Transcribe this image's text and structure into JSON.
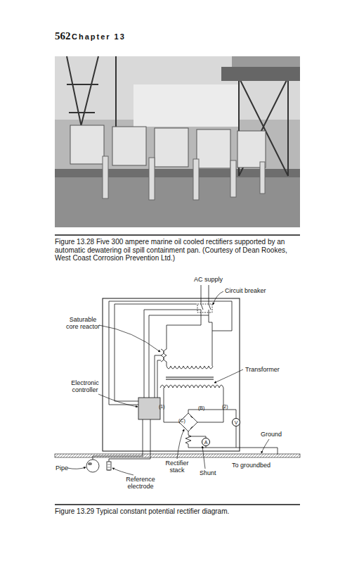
{
  "diagram": {
    "caption": "Figure 13.29 Typical constant potential rectifier diagram.",
    "nodes": [
      {
        "text": [
          "V"
        ]
      },
      {
        "text": [
          "A"
        ]
      }
    ],
    "labels": [
      "562",
      "Chapter 13",
      "Figure 13.28 Five 300 ampere marine oil cooled rectifiers supported by an automatic dewatering oil spill containment pan. (Courtesy of Dean Rookes, West Coast Corrosion Prevention Ltd.)",
      "AC supply",
      "Circuit breaker",
      "Saturable core reactor",
      "Transformer",
      "Electronic controller",
      "(1)",
      "(2)",
      "(B)",
      "(C)",
      "Ground",
      "Pipe",
      "Rectifier stack",
      "Shunt",
      "To groundbed",
      "Reference electrode"
    ]
  }
}
